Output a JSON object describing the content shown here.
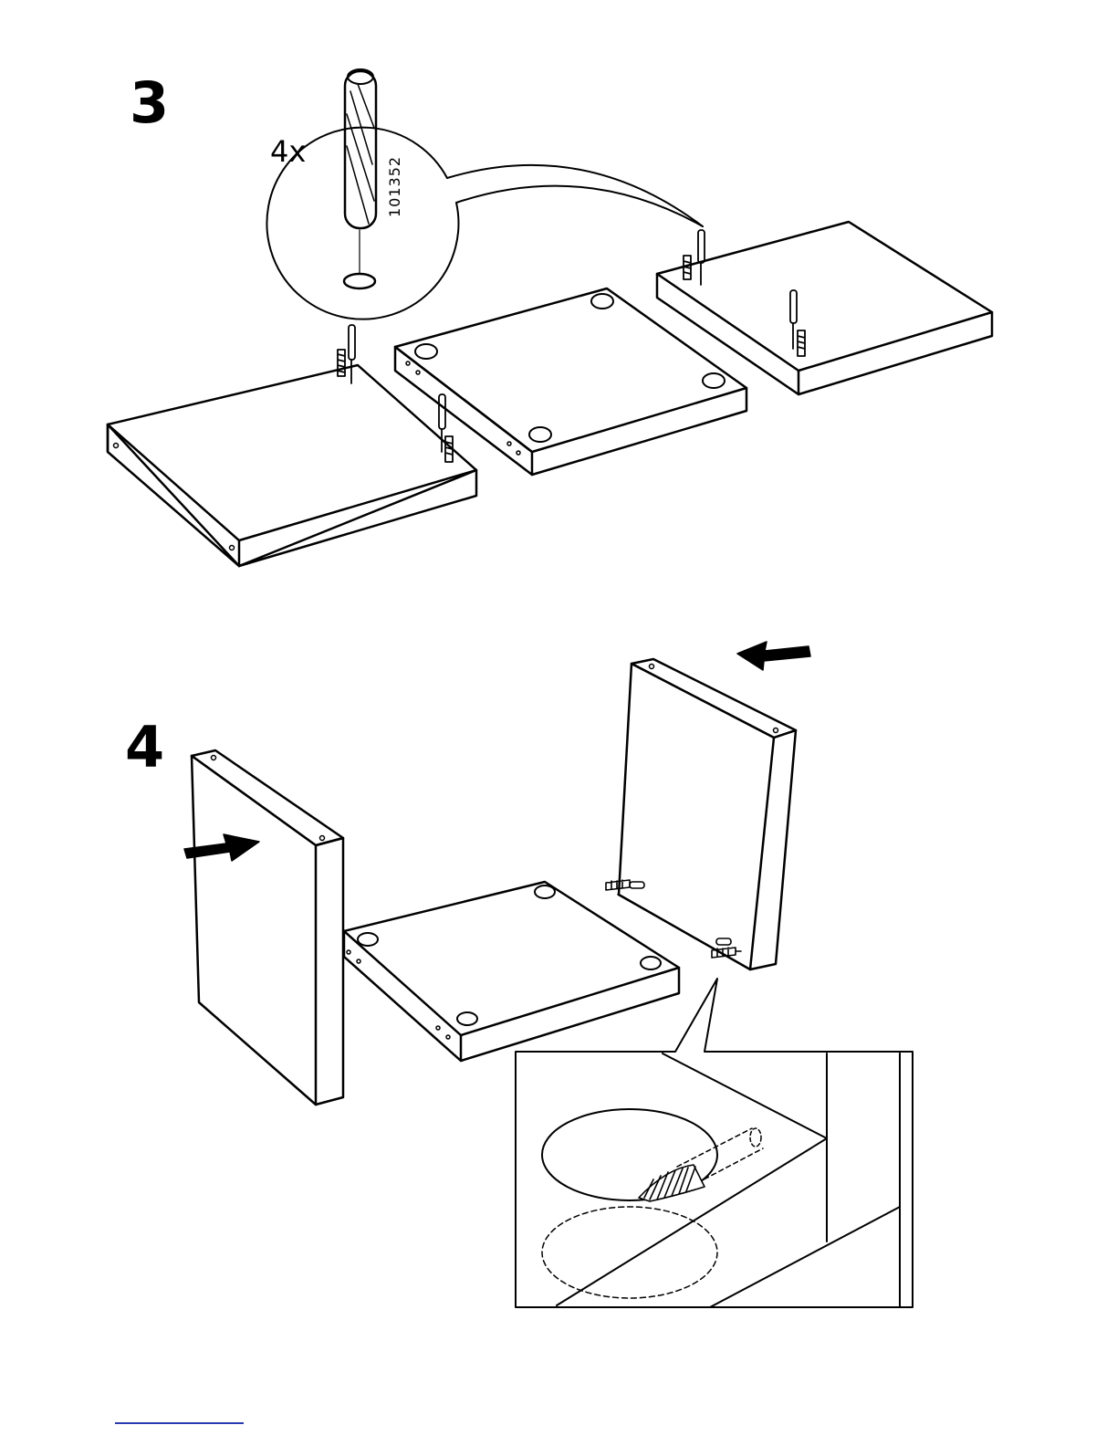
{
  "steps": [
    {
      "number": "3",
      "quantity": "4x",
      "part_number": "101352"
    },
    {
      "number": "4"
    }
  ],
  "colors": {
    "ink": "#000000",
    "paper": "#ffffff",
    "footer_rule": "#2a3ab0"
  }
}
